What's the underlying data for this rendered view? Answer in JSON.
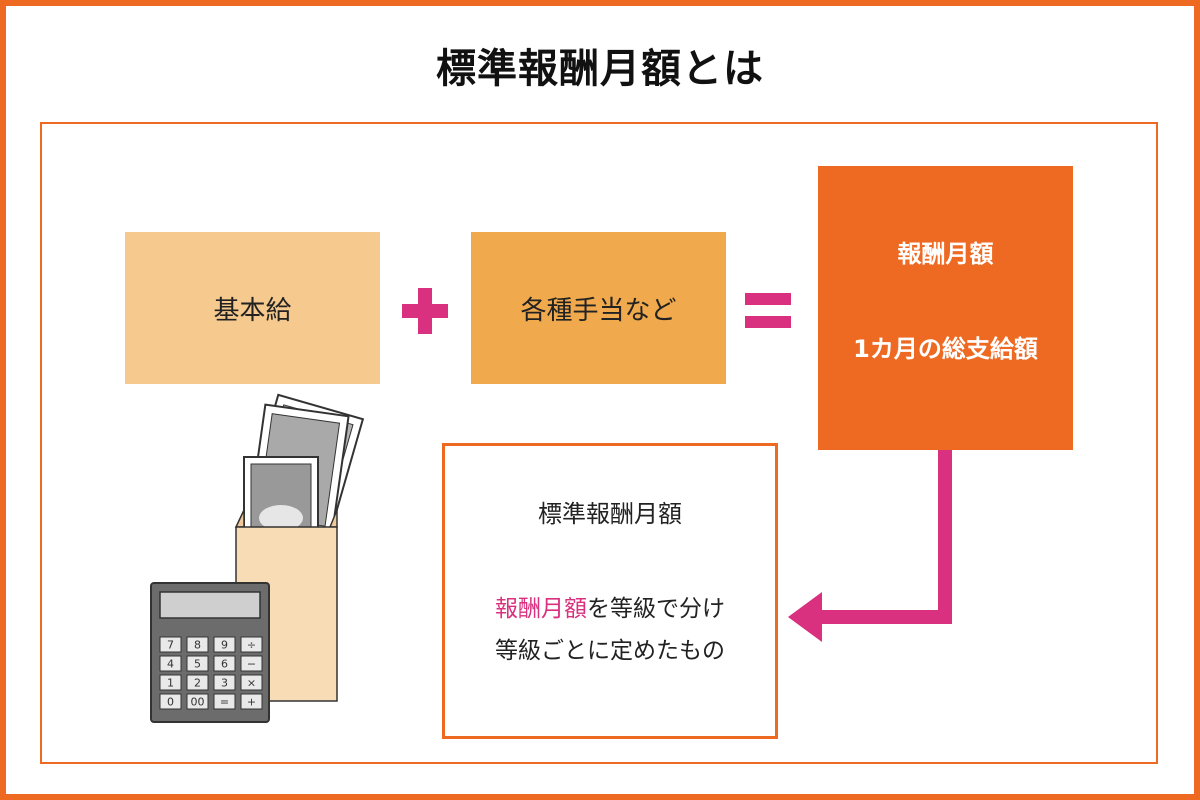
{
  "title": "標準報酬月額とは",
  "boxes": {
    "base_pay": "基本給",
    "allowances": "各種手当など",
    "monthly_pay_title": "報酬月額",
    "monthly_pay_desc": "1カ月の総支給額"
  },
  "result": {
    "title": "標準報酬月額",
    "line1_highlight": "報酬月額",
    "line1_rest": "を等級で分け",
    "line2": "等級ごとに定めたもの"
  },
  "calculator_keys": [
    "7",
    "8",
    "9",
    "÷",
    "4",
    "5",
    "6",
    "−",
    "1",
    "2",
    "3",
    "×",
    "0",
    "00",
    "=",
    "+"
  ],
  "colors": {
    "frame": "#ee6a22",
    "accent_pink": "#d9307f",
    "box_light": "#f6c98e",
    "box_mid": "#f0a94c",
    "box_orange": "#ee6a22"
  }
}
